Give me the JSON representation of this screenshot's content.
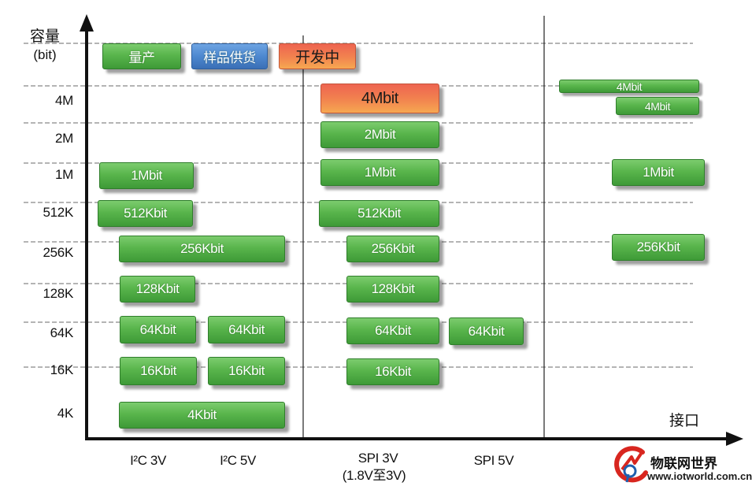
{
  "axes": {
    "y_title": "容量",
    "y_unit": "(bit)",
    "x_title": "接口",
    "y_ticks": [
      "4M",
      "2M",
      "1M",
      "512K",
      "256K",
      "128K",
      "64K",
      "16K",
      "4K"
    ],
    "x_ticks": [
      {
        "label": "I²C 3V"
      },
      {
        "label": "I²C 5V"
      },
      {
        "label": "SPI 3V",
        "sub": "(1.8V至3V)"
      },
      {
        "label": "SPI 5V"
      }
    ]
  },
  "legend": {
    "mass_production": "量产",
    "sample": "样品供货",
    "in_development": "开发中"
  },
  "colors": {
    "mass_production": "#4caf44",
    "sample": "#4d88d0",
    "in_development": "#f2844f"
  },
  "products": {
    "i2c": [
      {
        "label": "1Mbit"
      },
      {
        "label": "512Kbit"
      },
      {
        "label": "256Kbit"
      },
      {
        "label": "128Kbit"
      },
      {
        "label": "64Kbit"
      },
      {
        "label": "64Kbit"
      },
      {
        "label": "16Kbit"
      },
      {
        "label": "16Kbit"
      },
      {
        "label": "4Kbit"
      }
    ],
    "spi": [
      {
        "label": "4Mbit"
      },
      {
        "label": "2Mbit"
      },
      {
        "label": "1Mbit"
      },
      {
        "label": "512Kbit"
      },
      {
        "label": "256Kbit"
      },
      {
        "label": "128Kbit"
      },
      {
        "label": "64Kbit"
      },
      {
        "label": "64Kbit"
      },
      {
        "label": "16Kbit"
      }
    ],
    "other": [
      {
        "label": "4Mbit"
      },
      {
        "label": "4Mbit"
      },
      {
        "label": "1Mbit"
      },
      {
        "label": "256Kbit"
      }
    ]
  },
  "watermark": {
    "name": "物联网世界",
    "url": "www.iotworld.com.cn"
  }
}
